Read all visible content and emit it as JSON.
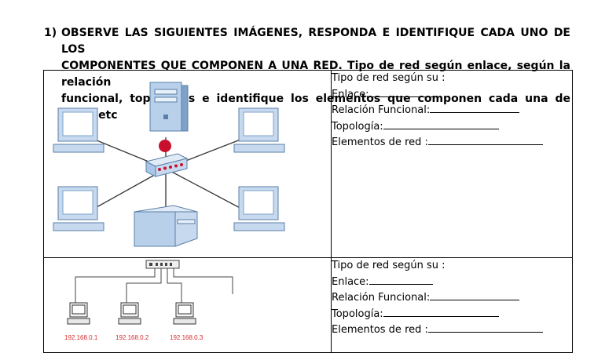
{
  "question": {
    "number": "1)",
    "lines": [
      "OBSERVE LAS SIGUIENTES IMÁGENES, RESPONDA  E IDENTIFIQUE CADA UNO DE LOS",
      "COMPONENTES  QUE COMPONEN A UNA RED. Tipo de red según enlace, según la relación",
      "funcional, topologías e identifique los  elementos que componen cada una de ellas, etc"
    ]
  },
  "rows": [
    {
      "fields": {
        "title": "Tipo de red según su :",
        "enlace": "Enlace:",
        "relacion": "Relación Funcional:",
        "topologia": "Topología:",
        "elementos": "Elementos de red :"
      }
    },
    {
      "fields": {
        "title": "Tipo de red según su :",
        "enlace": "Enlace:",
        "relacion": "Relación Funcional:",
        "topologia": "Topología:",
        "elementos": "Elementos de red :"
      },
      "ip_labels": [
        "192.168.0.1",
        "192.168.0.2",
        "192.168.0.3"
      ]
    }
  ],
  "colors": {
    "ip_label": "#d42b2b",
    "hub_dot": "#c8102e",
    "device_blue": "#a9c6e8"
  }
}
